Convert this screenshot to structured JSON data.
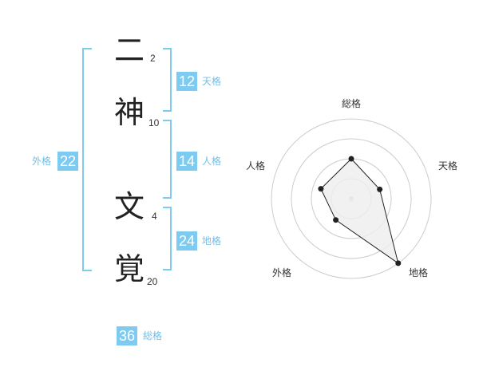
{
  "name": {
    "chars": [
      {
        "char": "二",
        "strokes": "2"
      },
      {
        "char": "神",
        "strokes": "10"
      },
      {
        "char": "文",
        "strokes": "4"
      },
      {
        "char": "覚",
        "strokes": "20"
      }
    ]
  },
  "fortunes": {
    "tenkaku": {
      "value": "12",
      "label": "天格"
    },
    "jinkaku": {
      "value": "14",
      "label": "人格"
    },
    "chikaku": {
      "value": "24",
      "label": "地格"
    },
    "gaikaku": {
      "value": "22",
      "label": "外格"
    },
    "soukaku": {
      "value": "36",
      "label": "総格"
    }
  },
  "chart_data": {
    "type": "radar",
    "axes": [
      "総格",
      "天格",
      "地格",
      "外格",
      "人格"
    ],
    "values": [
      0.5,
      0.375,
      1.0,
      0.33,
      0.4
    ],
    "rings": 4,
    "grid": true,
    "colors": {
      "fill": "#eeeeee",
      "line": "#222222",
      "grid": "#cccccc",
      "accent": "#7ecbf2"
    }
  }
}
